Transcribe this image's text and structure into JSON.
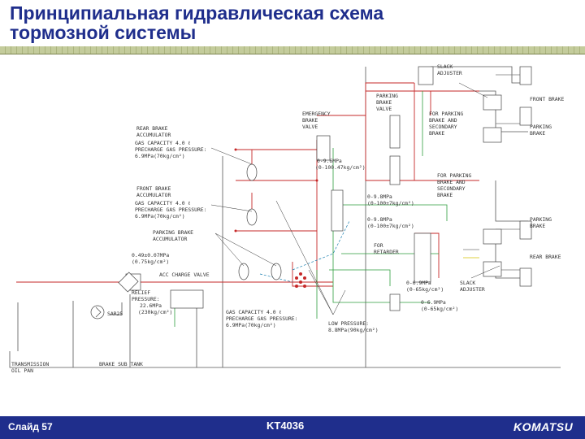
{
  "slide": {
    "title_line1": "Принципиальная гидравлическая схема",
    "title_line2": "тормозной системы",
    "footer_slide": "Слайд 57",
    "footer_code": "KT4036",
    "logo_text": "KOMATSU",
    "accent_color": "#1f2e8c",
    "rule_color": "#aab37d"
  },
  "diagram": {
    "labels": {
      "slack_top": "SLACK",
      "adjuster_top": "ADJUSTER",
      "front_brake": "FRONT BRAKE",
      "parking_brake_valve_1": "PARKING",
      "parking_brake_valve_2": "BRAKE",
      "parking_brake_valve_3": "VALVE",
      "emergency_1": "EMERGENCY",
      "emergency_2": "BRAKE",
      "emergency_3": "VALVE",
      "for_parking_1_1": "FOR PARKING",
      "for_parking_1_2": "BRAKE AND",
      "for_parking_1_3": "SECONDARY",
      "for_parking_1_4": "BRAKE",
      "parking_brake_r_1": "PARKING",
      "parking_brake_r_2": "BRAKE",
      "rear_acc_1": "REAR BRAKE",
      "rear_acc_2": "ACCUMULATOR",
      "rear_acc_3": "GAS CAPACITY 4.0 ℓ",
      "rear_acc_4": "PRECHARGE GAS PRESSURE:",
      "rear_acc_5": "6.9MPa(70kg/cm²)",
      "p_lo1_1": "0-9.6MPa",
      "p_lo1_2": "(0-100.47kg/cm²)",
      "for_parking_2_1": "FOR PARKING",
      "for_parking_2_2": "BRAKE AND",
      "for_parking_2_3": "SECONDARY",
      "for_parking_2_4": "BRAKE",
      "front_acc_1": "FRONT BRAKE",
      "front_acc_2": "ACCUMULATOR",
      "front_acc_3": "GAS CAPACITY 4.0 ℓ",
      "front_acc_4": "PRECHARGE GAS PRESSURE:",
      "front_acc_5": "6.9MPa(70kg/cm²)",
      "p_lo2_1": "0-9.8MPa",
      "p_lo2_2": "(0-100±7kg/cm²)",
      "p_lo3_1": "0-9.8MPa",
      "p_lo3_2": "(0-100±7kg/cm²)",
      "parking_brake_r2_1": "PARKING",
      "parking_brake_r2_2": "BRAKE",
      "park_acc_1": "PARKING BRAKE",
      "park_acc_2": "ACCUMULATOR",
      "relief_small_1": "0.49±0.07MPa",
      "relief_small_2": "(0.75kg/cm²)",
      "for_retarder_1": "FOR",
      "for_retarder_2": "RETARDER",
      "rear_brake": "REAR BRAKE",
      "acc_charge_valve": "ACC CHARGE VALVE",
      "p_lo4_1": "0-6.9MPa",
      "p_lo4_2": "(0-65kg/cm²)",
      "slack_bot_1": "SLACK",
      "slack_bot_2": "ADJUSTER",
      "relief_1": "RELIEF",
      "relief_2": "PRESSURE:",
      "relief_3": "22.6MPa",
      "relief_4": "(230kg/cm²)",
      "p_lo5_1": "0-6.9MPa",
      "p_lo5_2": "(0-65kg/cm²)",
      "sar": "SAR25",
      "gas_cap_1": "GAS CAPACITY 4.0 ℓ",
      "gas_cap_2": "PRECHARGE GAS PRESSURE:",
      "gas_cap_3": "6.9MPa(70kg/cm²)",
      "low_pressure_1": "LOW PRESSURE:",
      "low_pressure_2": "8.8MPa(90kg/cm²)",
      "transmission_1": "TRANSMISSION",
      "transmission_2": "OIL PAN",
      "brake_sub_tank": "BRAKE SUB TANK"
    },
    "line_colors": {
      "supply": "#c62828",
      "pilot": "#2e9e3e",
      "return": "#555555",
      "aux": "#1a7fb0"
    }
  }
}
